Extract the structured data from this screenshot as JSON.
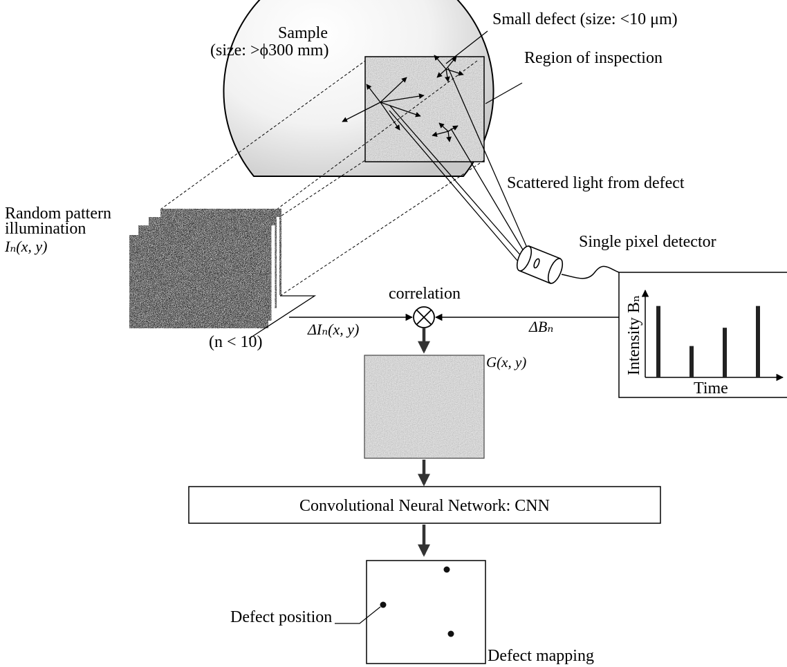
{
  "labels": {
    "sample_line1": "Sample",
    "sample_line2": "(size: >ϕ300 mm)",
    "small_defect": "Small defect (size: <10 μm)",
    "region_of_inspection": "Region of inspection",
    "scattered_light": "Scattered light from defect",
    "random_pattern_line1": "Random pattern",
    "random_pattern_line2": "illumination",
    "random_pattern_math": "Iₙ(x, y)",
    "n_limit": "(n < 10)",
    "single_pixel_detector": "Single pixel detector",
    "correlation": "correlation",
    "delta_I": "ΔIₙ(x, y)",
    "delta_B": "ΔBₙ",
    "intensity_axis": "Intensity Bₙ",
    "time_axis": "Time",
    "G_label": "G(x, y)",
    "cnn": "Convolutional Neural Network: CNN",
    "defect_position": "Defect position",
    "defect_mapping": "Defect mapping"
  },
  "intensity_plot": {
    "type": "bar",
    "values": [
      0.82,
      0.36,
      0.57,
      0.82
    ]
  },
  "colors": {
    "ink": "#000000",
    "texture_bg": "#d6d6d6",
    "pattern_bg": "#6a6a6a",
    "sample_fill": "#eeeeee"
  }
}
